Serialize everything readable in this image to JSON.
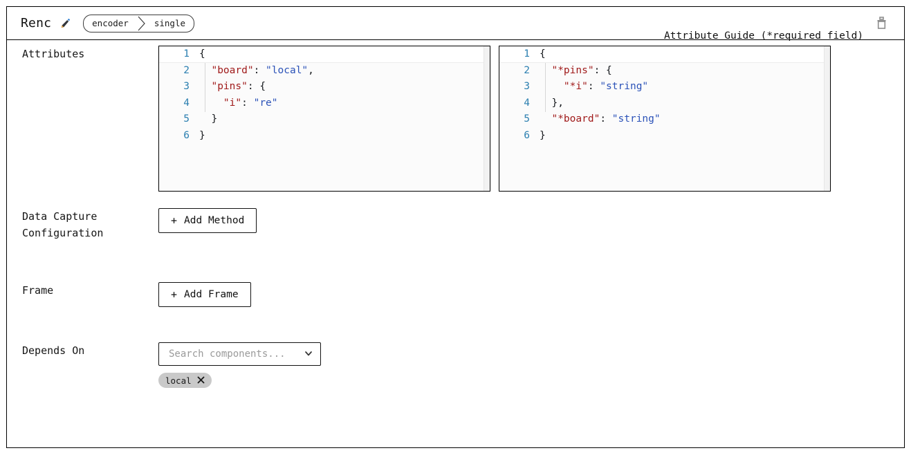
{
  "header": {
    "title": "Renc",
    "edit_icon": "pencil-icon",
    "breadcrumb": [
      "encoder",
      "single"
    ],
    "delete_icon": "trash-icon"
  },
  "rows": {
    "attributes": {
      "label": "Attributes",
      "guide_label": "Attribute Guide (*required field)",
      "editor": {
        "lines": [
          {
            "n": "1",
            "tokens": [
              {
                "t": "punct",
                "v": "{"
              }
            ]
          },
          {
            "n": "2",
            "tokens": [
              {
                "t": "punct",
                "v": "  "
              },
              {
                "t": "key",
                "v": "\"board\""
              },
              {
                "t": "punct",
                "v": ": "
              },
              {
                "t": "str",
                "v": "\"local\""
              },
              {
                "t": "punct",
                "v": ","
              }
            ]
          },
          {
            "n": "3",
            "tokens": [
              {
                "t": "punct",
                "v": "  "
              },
              {
                "t": "key",
                "v": "\"pins\""
              },
              {
                "t": "punct",
                "v": ": {"
              }
            ]
          },
          {
            "n": "4",
            "tokens": [
              {
                "t": "punct",
                "v": "    "
              },
              {
                "t": "key",
                "v": "\"i\""
              },
              {
                "t": "punct",
                "v": ": "
              },
              {
                "t": "str",
                "v": "\"re\""
              }
            ]
          },
          {
            "n": "5",
            "tokens": [
              {
                "t": "punct",
                "v": "  }"
              }
            ]
          },
          {
            "n": "6",
            "tokens": [
              {
                "t": "punct",
                "v": "}"
              }
            ]
          }
        ]
      },
      "guide_editor": {
        "lines": [
          {
            "n": "1",
            "tokens": [
              {
                "t": "punct",
                "v": "{"
              }
            ]
          },
          {
            "n": "2",
            "tokens": [
              {
                "t": "punct",
                "v": "  "
              },
              {
                "t": "key",
                "v": "\"*pins\""
              },
              {
                "t": "punct",
                "v": ": {"
              }
            ]
          },
          {
            "n": "3",
            "tokens": [
              {
                "t": "punct",
                "v": "    "
              },
              {
                "t": "key",
                "v": "\"*i\""
              },
              {
                "t": "punct",
                "v": ": "
              },
              {
                "t": "str",
                "v": "\"string\""
              }
            ]
          },
          {
            "n": "4",
            "tokens": [
              {
                "t": "punct",
                "v": "  },"
              }
            ]
          },
          {
            "n": "5",
            "tokens": [
              {
                "t": "punct",
                "v": "  "
              },
              {
                "t": "key",
                "v": "\"*board\""
              },
              {
                "t": "punct",
                "v": ": "
              },
              {
                "t": "str",
                "v": "\"string\""
              }
            ]
          },
          {
            "n": "6",
            "tokens": [
              {
                "t": "punct",
                "v": "}"
              }
            ]
          }
        ]
      }
    },
    "data_capture": {
      "label": "Data Capture\nConfiguration",
      "add_button": "Add Method",
      "add_icon": "plus-icon"
    },
    "frame": {
      "label": "Frame",
      "add_button": "Add Frame",
      "add_icon": "plus-icon"
    },
    "depends_on": {
      "label": "Depends On",
      "select_placeholder": "Search components...",
      "select_value": "",
      "chevron_icon": "chevron-down-icon",
      "tags": [
        {
          "label": "local",
          "remove_icon": "close-icon"
        }
      ]
    }
  },
  "colors": {
    "border": "#000000",
    "json_key": "#a01b1b",
    "json_string": "#2b52b8",
    "line_number": "#2b7fb0",
    "tag_background": "#c9c9c9",
    "placeholder": "#9a9a9a"
  }
}
